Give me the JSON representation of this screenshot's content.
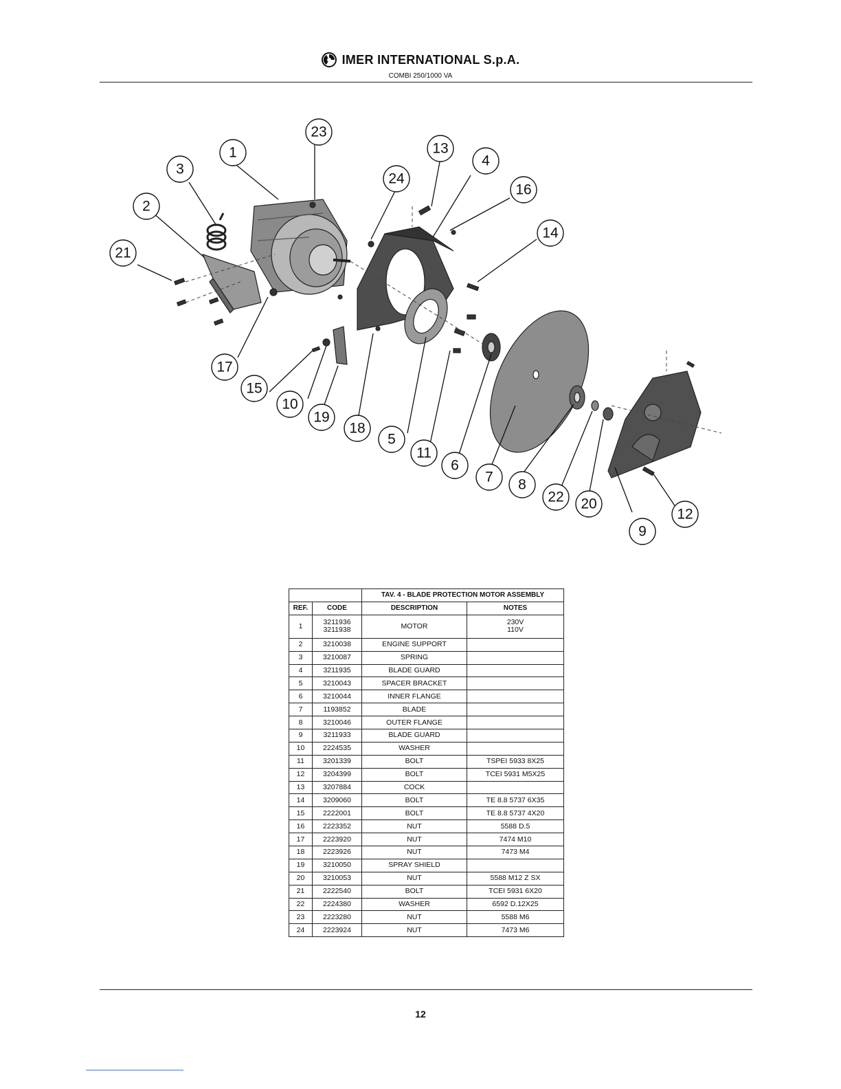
{
  "header": {
    "brand": "IMER INTERNATIONAL S.p.A.",
    "subtitle": "COMBI 250/1000 VA"
  },
  "callouts": [
    "1",
    "2",
    "3",
    "4",
    "5",
    "6",
    "7",
    "8",
    "9",
    "10",
    "11",
    "12",
    "13",
    "14",
    "15",
    "16",
    "17",
    "18",
    "19",
    "20",
    "21",
    "22",
    "23",
    "24"
  ],
  "table": {
    "title": "TAV. 4 - BLADE PROTECTION MOTOR ASSEMBLY",
    "columns": [
      "REF.",
      "CODE",
      "DESCRIPTION",
      "NOTES"
    ],
    "rows": [
      {
        "ref": "1",
        "code": "3211936",
        "code2": "3211938",
        "desc": "MOTOR",
        "notes": "230V",
        "notes2": "110V"
      },
      {
        "ref": "2",
        "code": "3210038",
        "desc": "ENGINE SUPPORT",
        "notes": ""
      },
      {
        "ref": "3",
        "code": "3210087",
        "desc": "SPRING",
        "notes": ""
      },
      {
        "ref": "4",
        "code": "3211935",
        "desc": "BLADE GUARD",
        "notes": ""
      },
      {
        "ref": "5",
        "code": "3210043",
        "desc": "SPACER BRACKET",
        "notes": ""
      },
      {
        "ref": "6",
        "code": "3210044",
        "desc": "INNER FLANGE",
        "notes": ""
      },
      {
        "ref": "7",
        "code": "1193852",
        "desc": "BLADE",
        "notes": ""
      },
      {
        "ref": "8",
        "code": "3210046",
        "desc": "OUTER FLANGE",
        "notes": ""
      },
      {
        "ref": "9",
        "code": "3211933",
        "desc": "BLADE GUARD",
        "notes": ""
      },
      {
        "ref": "10",
        "code": "2224535",
        "desc": "WASHER",
        "notes": ""
      },
      {
        "ref": "11",
        "code": "3201339",
        "desc": "BOLT",
        "notes": "TSPEI 5933 8X25"
      },
      {
        "ref": "12",
        "code": "3204399",
        "desc": "BOLT",
        "notes": "TCEI 5931 M5X25"
      },
      {
        "ref": "13",
        "code": "3207884",
        "desc": "COCK",
        "notes": ""
      },
      {
        "ref": "14",
        "code": "3209060",
        "desc": "BOLT",
        "notes": "TE 8.8 5737 6X35"
      },
      {
        "ref": "15",
        "code": "2222001",
        "desc": "BOLT",
        "notes": "TE 8.8 5737 4X20"
      },
      {
        "ref": "16",
        "code": "2223352",
        "desc": "NUT",
        "notes": "5588 D.5"
      },
      {
        "ref": "17",
        "code": "2223920",
        "desc": "NUT",
        "notes": "7474 M10"
      },
      {
        "ref": "18",
        "code": "2223926",
        "desc": "NUT",
        "notes": "7473 M4"
      },
      {
        "ref": "19",
        "code": "3210050",
        "desc": "SPRAY SHIELD",
        "notes": ""
      },
      {
        "ref": "20",
        "code": "3210053",
        "desc": "NUT",
        "notes": "5588 M12 Z SX"
      },
      {
        "ref": "21",
        "code": "2222540",
        "desc": "BOLT",
        "notes": "TCEI 5931 6X20"
      },
      {
        "ref": "22",
        "code": "2224380",
        "desc": "WASHER",
        "notes": "6592 D.12X25"
      },
      {
        "ref": "23",
        "code": "2223280",
        "desc": "NUT",
        "notes": "5588 M6"
      },
      {
        "ref": "24",
        "code": "2223924",
        "desc": "NUT",
        "notes": "7473 M6"
      }
    ]
  },
  "footer": {
    "page_number": "12"
  }
}
